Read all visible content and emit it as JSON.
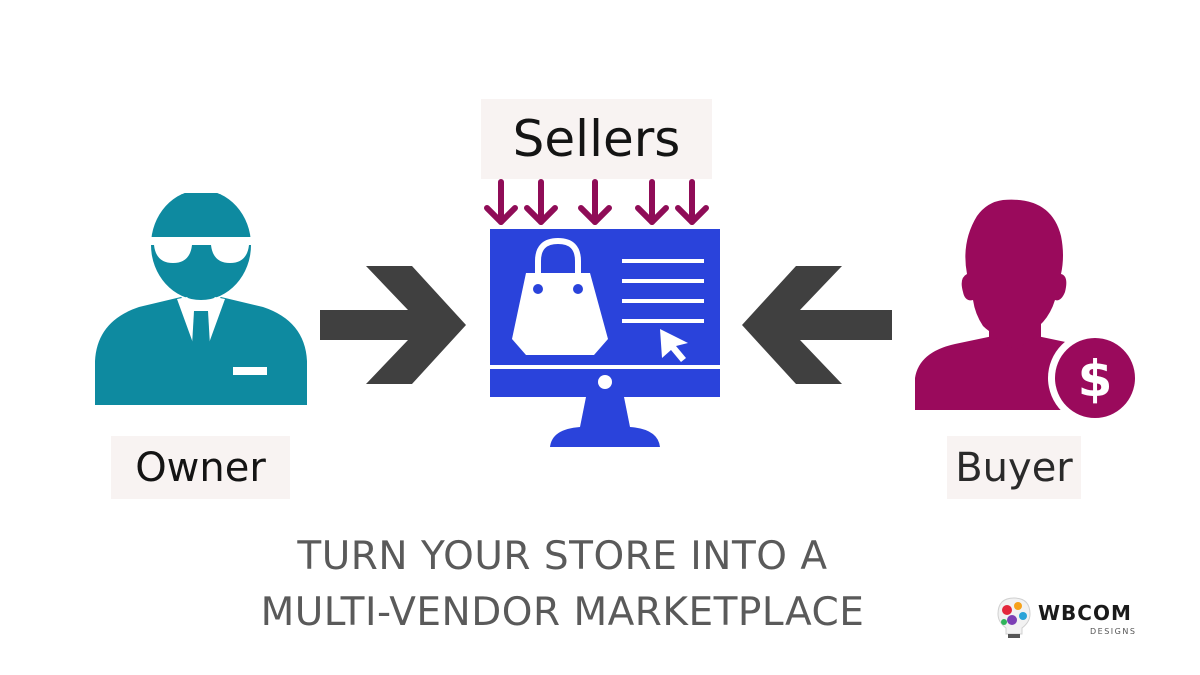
{
  "labels": {
    "sellers": "Sellers",
    "owner": "Owner",
    "buyer": "Buyer"
  },
  "tagline": {
    "line1": "TURN YOUR STORE INTO A",
    "line2": "MULTI-VENDOR MARKETPLACE"
  },
  "logo": {
    "name": "WBCOM",
    "subtitle": "DESIGNS"
  },
  "colors": {
    "owner": "#0e8aa0",
    "buyer": "#9a0a5c",
    "monitor": "#2a43db",
    "arrows": "#404040",
    "seller_arrows": "#8f0c57",
    "label_bg": "#f8f3f2"
  },
  "icons": {
    "owner": "businessman-with-sunglasses-icon",
    "store": "monitor-with-shopping-bag-icon",
    "buyer": "person-with-dollar-coin-icon"
  }
}
